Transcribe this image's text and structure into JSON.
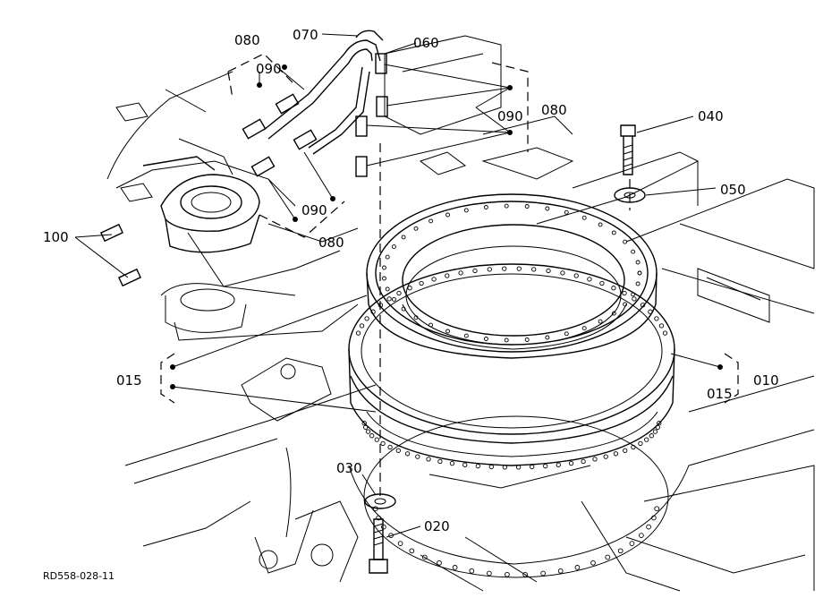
{
  "diagram_code": "RD558-028-11",
  "callouts": {
    "c010": "010",
    "c015a": "015",
    "c015b": "015",
    "c020": "020",
    "c030": "030",
    "c040": "040",
    "c050": "050",
    "c060": "060",
    "c070": "070",
    "c080a": "080",
    "c080b": "080",
    "c080c": "080",
    "c090a": "090",
    "c090b": "090",
    "c090c": "090",
    "c100": "100"
  }
}
